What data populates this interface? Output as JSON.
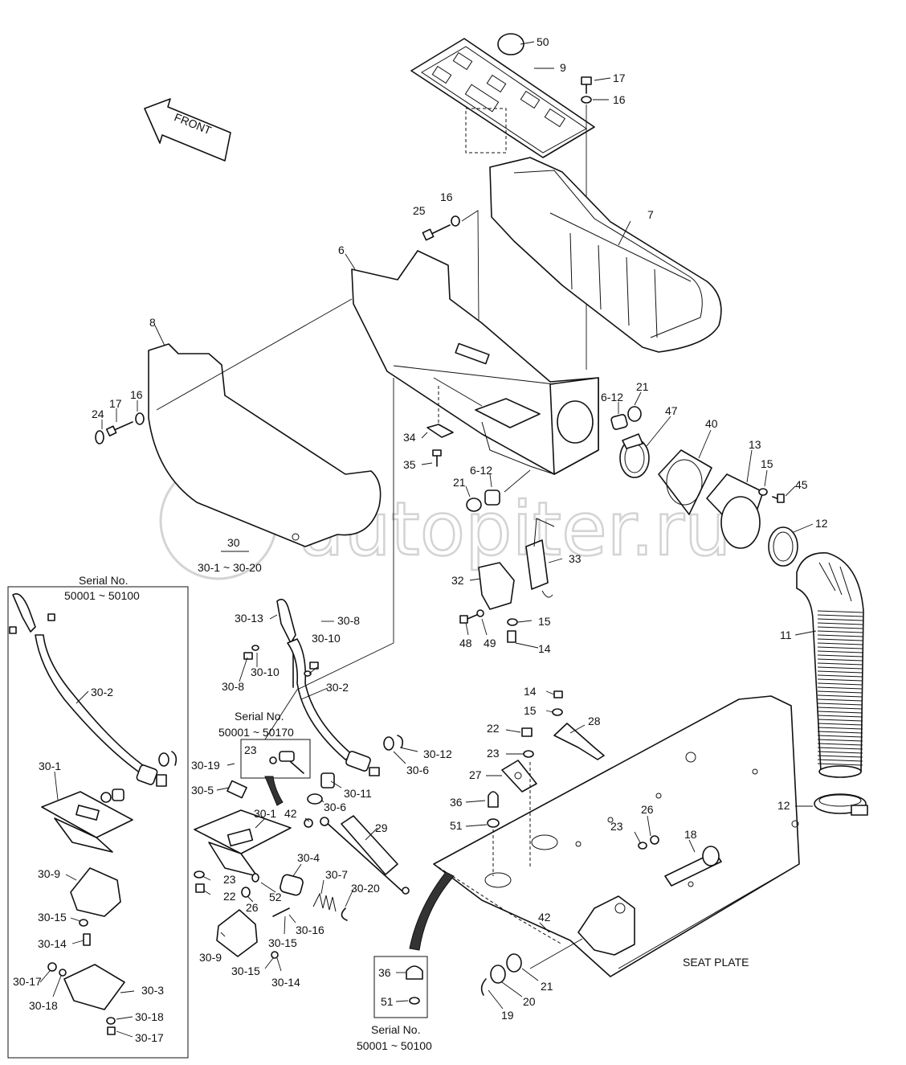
{
  "watermark": "autopiter.ru",
  "front_arrow": "FRONT",
  "seat_plate": "SEAT PLATE",
  "boxes": {
    "left": {
      "title": "Serial No.",
      "range": "50001 ~ 50100"
    },
    "mid": {
      "title": "Serial No.",
      "range": "50001 ~ 50170"
    },
    "bottom": {
      "title": "Serial No.",
      "range": "50001 ~ 50100"
    }
  },
  "group_30": {
    "title": "30",
    "range": "30-1  ~  30-20"
  },
  "labels": {
    "p50": "50",
    "p9": "9",
    "p17a": "17",
    "p16a": "16",
    "p16b": "16",
    "p25": "25",
    "p7": "7",
    "p6": "6",
    "p8": "8",
    "p24": "24",
    "p17b": "17",
    "p16c": "16",
    "p21a": "21",
    "p6_12a": "6-12",
    "p47": "47",
    "p40": "40",
    "p13": "13",
    "p15a": "15",
    "p45": "45",
    "p34": "34",
    "p35": "35",
    "p6_12b": "6-12",
    "p21b": "21",
    "p12a": "12",
    "p33": "33",
    "p32": "32",
    "p15b": "15",
    "p48": "48",
    "p49": "49",
    "p14a": "14",
    "p11": "11",
    "p30_13": "30-13",
    "p30_8a": "30-8",
    "p30_10a": "30-10",
    "p30_10b": "30-10",
    "p30_8b": "30-8",
    "p30_2a": "30-2",
    "p30_2b": "30-2",
    "p14b": "14",
    "p15c": "15",
    "p22a": "22",
    "p28": "28",
    "p23a": "23",
    "p30_12": "30-12",
    "p30_6a": "30-6",
    "p30_19": "30-19",
    "p23b": "23",
    "p30_5": "30-5",
    "p30_11": "30-11",
    "p30_6b": "30-6",
    "p27": "27",
    "p36a": "36",
    "p30_1a": "30-1",
    "p30_1b": "30-1",
    "p42a": "42",
    "p29": "29",
    "p51a": "51",
    "p26a": "26",
    "p23c": "23",
    "p18": "18",
    "p12b": "12",
    "p30_9a": "30-9",
    "p30_4": "30-4",
    "p30_7": "30-7",
    "p23d": "23",
    "p22b": "22",
    "p52": "52",
    "p26b": "26",
    "p30_20": "30-20",
    "p30_15a": "30-15",
    "p30_16": "30-16",
    "p30_15b": "30-15",
    "p30_14a": "30-14",
    "p30_9b": "30-9",
    "p30_15c": "30-15",
    "p30_14b": "30-14",
    "p42b": "42",
    "p30_17a": "30-17",
    "p30_3": "30-3",
    "p30_18a": "30-18",
    "p30_18b": "30-18",
    "p30_17b": "30-17",
    "p36b": "36",
    "p51b": "51",
    "p21c": "21",
    "p20": "20",
    "p19": "19"
  }
}
